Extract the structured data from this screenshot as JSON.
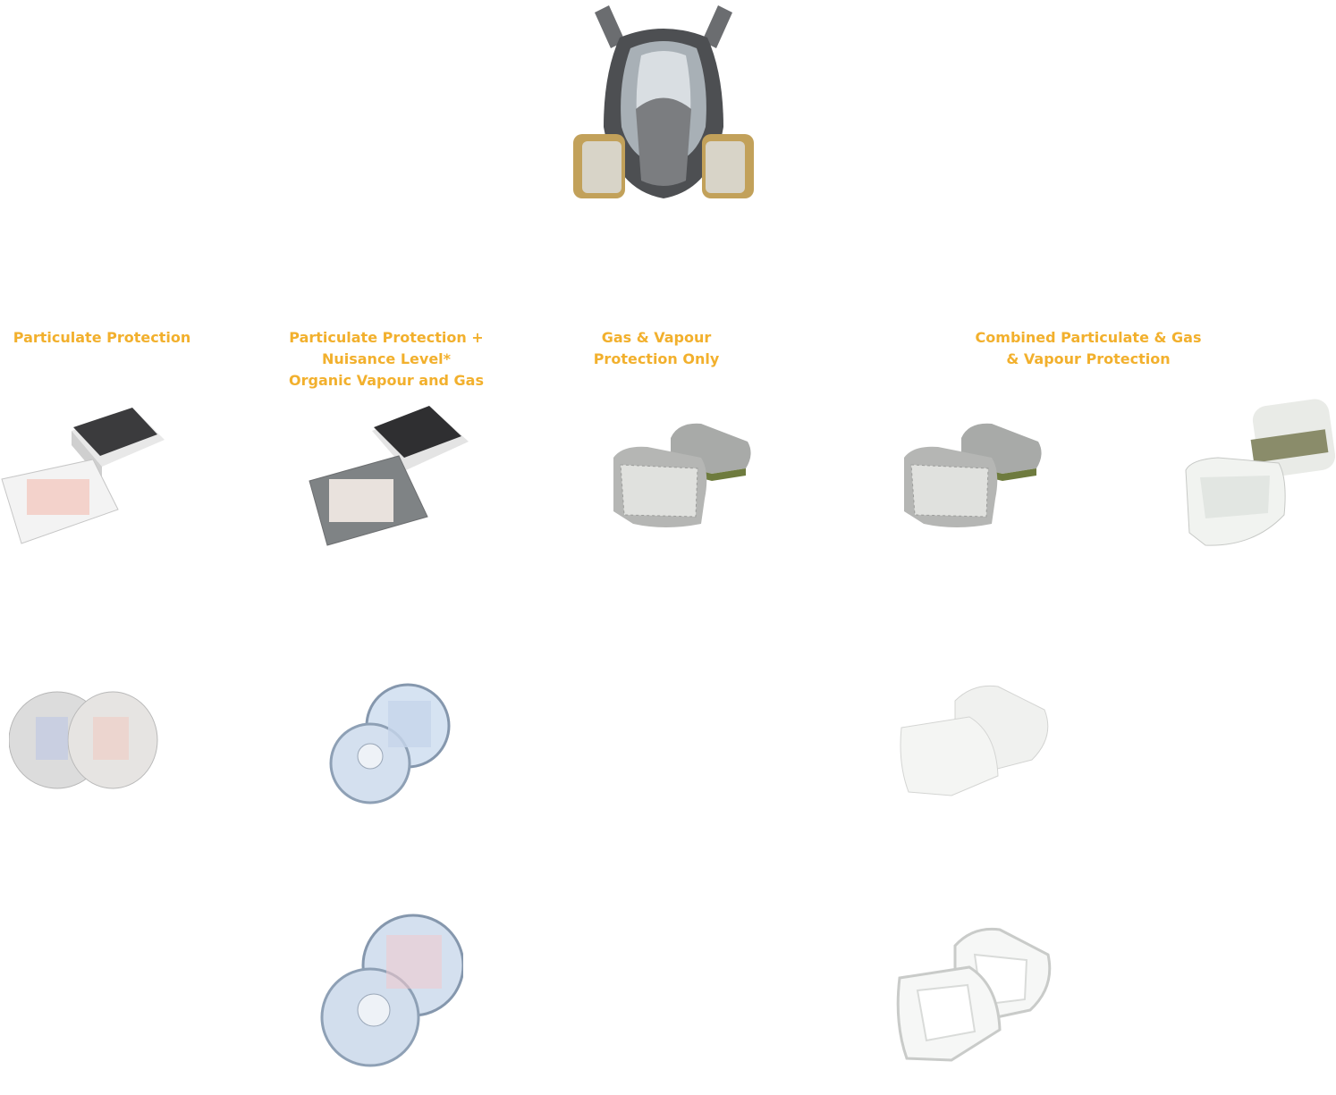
{
  "colors": {
    "heading": "#f2b02d",
    "background": "#ffffff"
  },
  "headings": {
    "particulate": "Particulate Protection",
    "particulate_nuisance": "Particulate Protection +\nNuisance Level*\nOrganic Vapour and Gas",
    "gas_vapour": "Gas & Vapour\nProtection Only",
    "combined": "Combined Particulate & Gas\n& Vapour Protection"
  },
  "products": {
    "mask": "full-face-respirator-image",
    "row1": [
      "particulate-filter-pads-image",
      "particulate-nuisance-filter-pads-image",
      "gas-vapour-cartridges-image",
      "gas-vapour-cartridges-image",
      "combined-cartridge-with-cover-image"
    ],
    "row2": [
      "particulate-disc-filters-image",
      "blue-disc-filters-image",
      "prefilter-pads-image"
    ],
    "row3": [
      "pink-disc-filters-image",
      "filter-retainers-image"
    ]
  }
}
